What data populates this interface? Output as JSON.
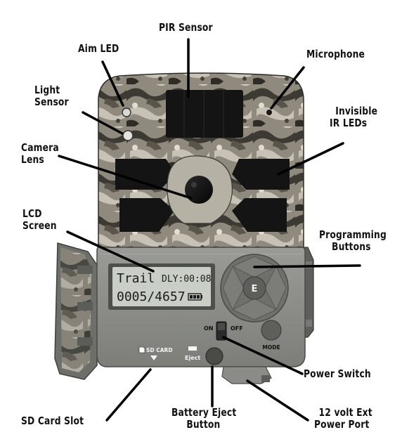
{
  "callouts": {
    "pir_sensor": "PIR Sensor",
    "aim_led": "Aim LED",
    "microphone": "Microphone",
    "light_sensor_line1": "Light",
    "light_sensor_line2": "Sensor",
    "invisible_ir_line1": "Invisible",
    "invisible_ir_line2": "IR LEDs",
    "camera_lens_line1": "Camera",
    "camera_lens_line2": "Lens",
    "lcd_screen_line1": "LCD",
    "lcd_screen_line2": "Screen",
    "programming_line1": "Programming",
    "programming_line2": "Buttons",
    "power_switch": "Power Switch",
    "sd_card_slot": "SD Card Slot",
    "battery_eject_line1": "Battery Eject",
    "battery_eject_line2": "Button",
    "ext_power_line1": "12 volt Ext",
    "ext_power_line2": "Power Port"
  },
  "lcd": {
    "line1_left": "Trail",
    "line1_right": "DLY:00:08",
    "line2_left": "0005/4657"
  },
  "panel_labels": {
    "e_button": "E",
    "on": "ON",
    "off": "OFF",
    "mode": "MODE",
    "sd_card": "SD CARD",
    "eject": "Eject"
  },
  "colors": {
    "body_gray": "#8c8d88",
    "camo_dark": "#3d3a34",
    "camo_light": "#b8b4a8",
    "sensor_black": "#151515",
    "lcd_bg": "#c9cfc6"
  }
}
